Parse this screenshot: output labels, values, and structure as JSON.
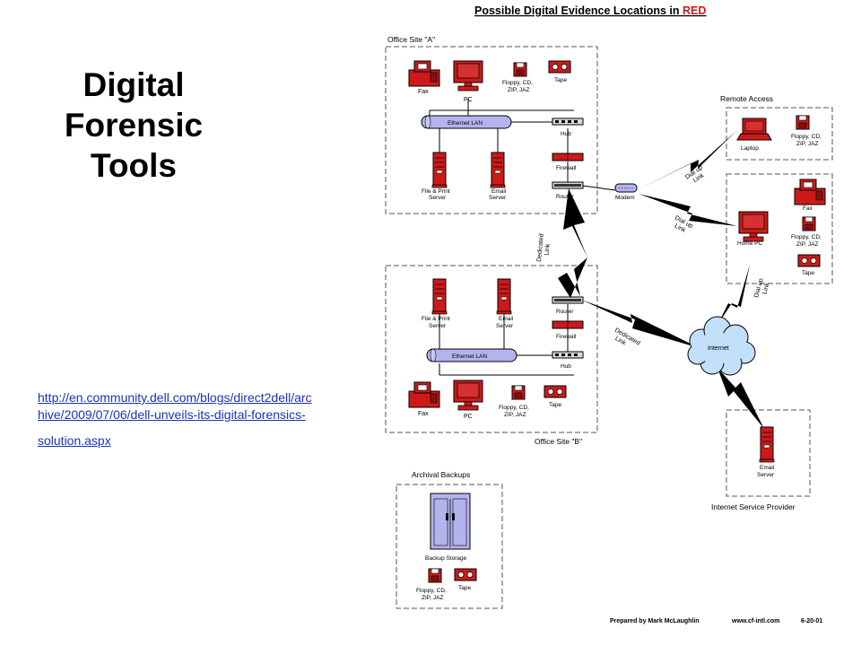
{
  "slide": {
    "title_lines": [
      "Digital",
      "Forensic",
      "Tools"
    ],
    "link_lines": [
      "http://en.community.dell.com/blogs/direct2dell/arc",
      "hive/2009/07/06/dell-unveils-its-digital-forensics-",
      "solution.aspx"
    ]
  },
  "diagram": {
    "header_prefix": "Possible Digital Evidence Locations in",
    "header_highlight": "RED",
    "footer": {
      "prepared_by": "Prepared by Mark McLaughlin",
      "site": "www.cf-intl.com",
      "date": "6-20-01"
    },
    "regions": {
      "site_a": "Office Site \"A\"",
      "site_b": "Office Site \"B\"",
      "remote": "Remote Access",
      "archival": "Archival Backups",
      "isp": "Internet Service Provider"
    },
    "labels": {
      "fax": "Fax",
      "pc": "PC",
      "floppy_l1": "Floppy, CD,",
      "floppy_l2": "ZIP, JAZ",
      "tape": "Tape",
      "ethernet": "Ethernet LAN",
      "hub": "Hub",
      "firewall": "Firewall",
      "router": "Router",
      "modem": "Modem",
      "file_print_l1": "File & Print",
      "file_print_l2": "Server",
      "email_l1": "Email",
      "email_l2": "Server",
      "laptop": "Laptop",
      "home_pc": "Home PC",
      "internet": "Internet",
      "backup_storage": "Backup Storage",
      "dial_up_l1": "Dial up",
      "dial_up_l2": "Link",
      "dedicated_l1": "Dedicated",
      "dedicated_l2": "Link"
    },
    "colors": {
      "evidence": "#cc1a1a",
      "storage": "#b3b3ee",
      "internet": "#c2e0fa",
      "network_device": "#d9d9d9"
    }
  }
}
